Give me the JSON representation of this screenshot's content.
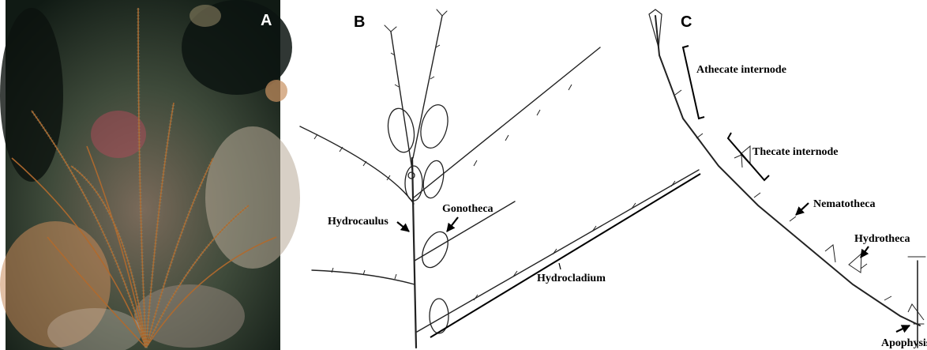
{
  "panels": {
    "a": {
      "letter": "A"
    },
    "b": {
      "letter": "B",
      "labels": {
        "hydrocaulus": "Hydrocaulus",
        "gonotheca": "Gonotheca",
        "hydrocladium": "Hydrocladium"
      }
    },
    "c": {
      "letter": "C",
      "labels": {
        "athecate": "Athecate internode",
        "thecate": "Thecate internode",
        "nematotheca": "Nematotheca",
        "hydrotheca": "Hydrotheca",
        "apophysis": "Apophysis"
      }
    }
  },
  "colors": {
    "photo_dark": "#1c2a22",
    "photo_stem": "#b06a2e",
    "ink": "#222222",
    "arrow": "#000000"
  }
}
